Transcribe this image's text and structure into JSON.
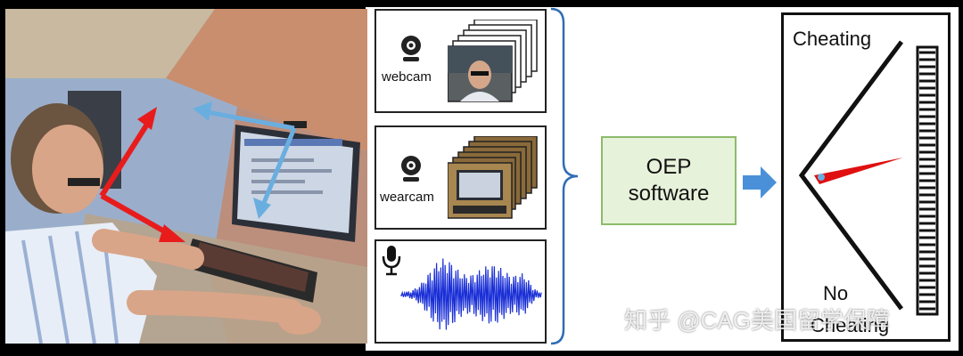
{
  "inputs": {
    "webcam_label": "webcam",
    "wearcam_label": "wearcam"
  },
  "software": {
    "line1": "OEP",
    "line2": "software"
  },
  "meter": {
    "top_label": "Cheating",
    "bottom_label_line1": "No",
    "bottom_label_line2": "Cheating"
  },
  "watermark": "知乎 @CAG美国留学保障",
  "colors": {
    "software_fill": "#e7f2da",
    "software_border": "#8dbb6b",
    "flow_arrow": "#4a90d9",
    "needle": "#e01010",
    "waveform": "#1a2fd6",
    "gaze_arrow_red": "#e81c1c",
    "gaze_arrow_blue": "#6aaee0"
  },
  "icons": [
    "webcam-icon",
    "microphone-icon",
    "block-arrow-icon",
    "curly-brace-icon"
  ]
}
